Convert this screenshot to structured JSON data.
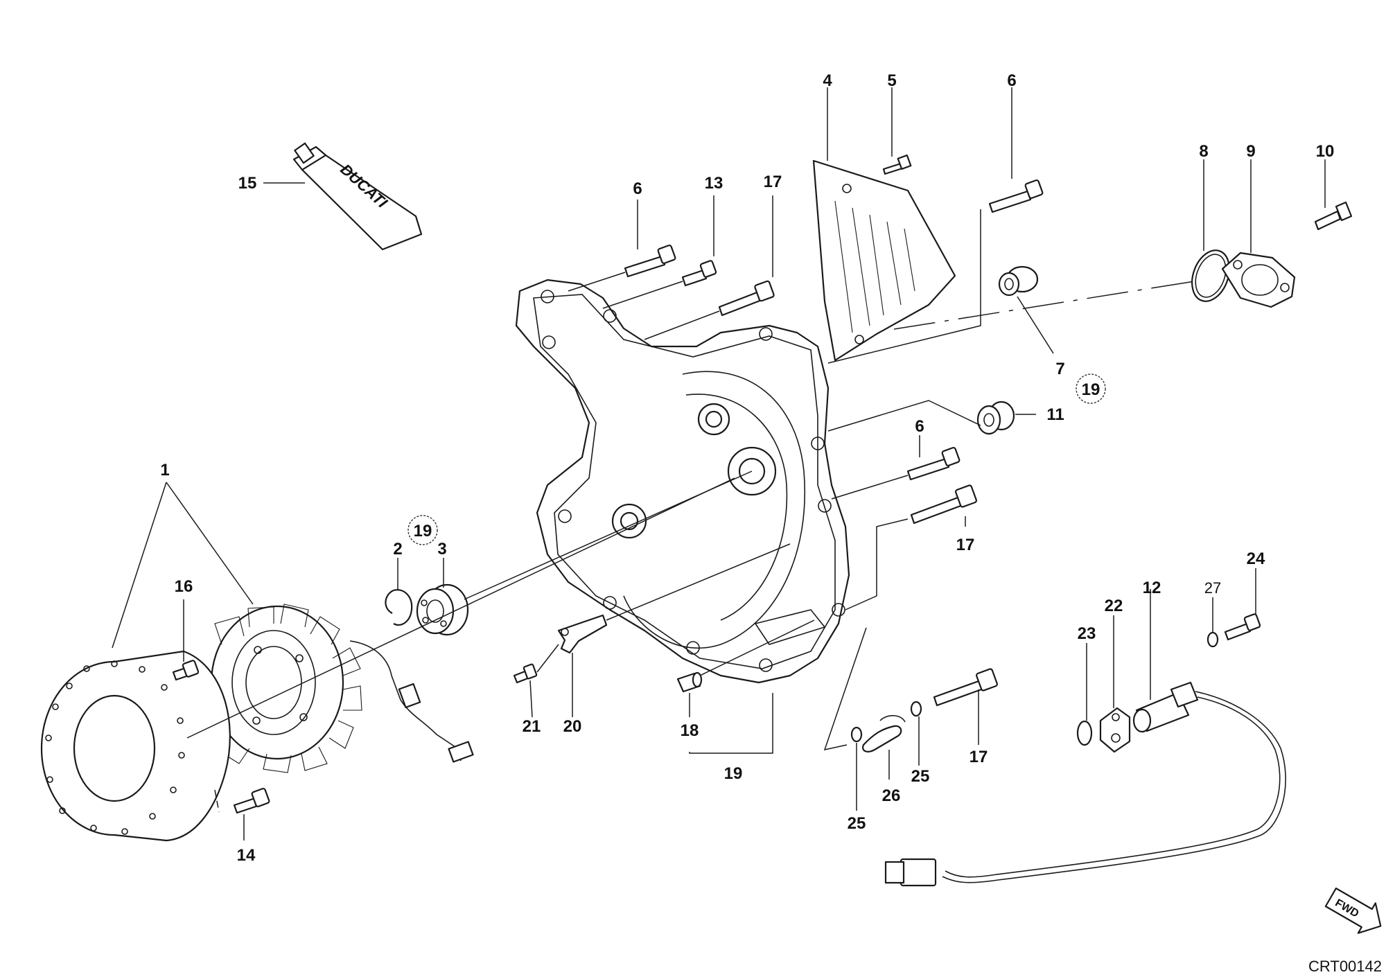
{
  "callouts": {
    "c1": "1",
    "c2": "2",
    "c3": "3",
    "c4": "4",
    "c5": "5",
    "c6a": "6",
    "c6b": "6",
    "c6c": "6",
    "c7": "7",
    "c8": "8",
    "c9": "9",
    "c10": "10",
    "c11": "11",
    "c12": "12",
    "c13": "13",
    "c14": "14",
    "c15": "15",
    "c16": "16",
    "c17a": "17",
    "c17b": "17",
    "c17c": "17",
    "c18": "18",
    "c19a": "19",
    "c19b": "19",
    "c19c": "19",
    "c20": "20",
    "c21": "21",
    "c22": "22",
    "c23": "23",
    "c24": "24",
    "c25a": "25",
    "c25b": "25",
    "c26": "26",
    "c27": "27"
  },
  "tube_brand": "DUCATI",
  "fwd_label": "FWD",
  "drawing_code": "CRT00142"
}
